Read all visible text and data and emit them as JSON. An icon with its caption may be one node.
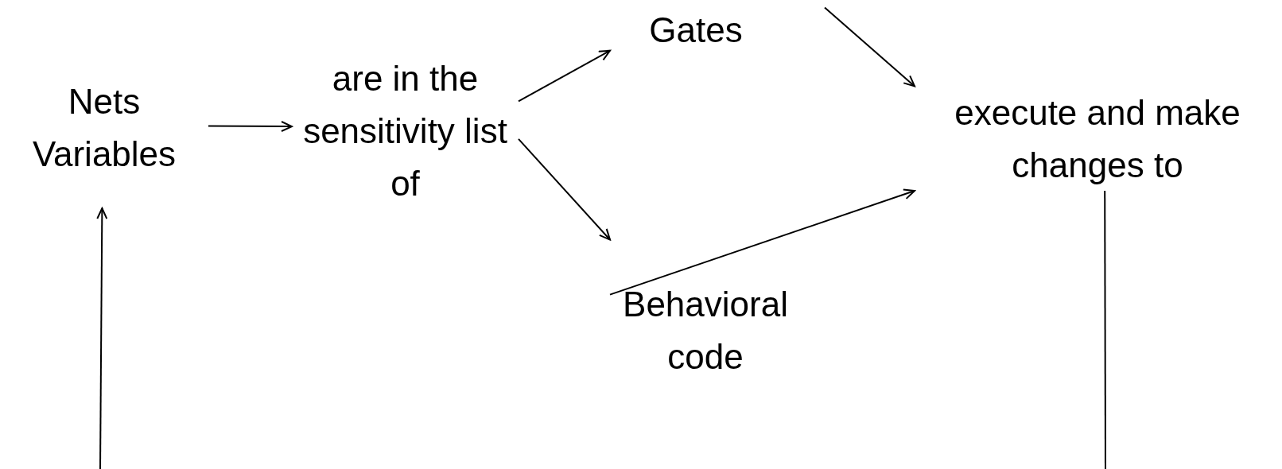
{
  "diagram": {
    "nodes": [
      {
        "text": [
          "Nets Variables"
        ]
      },
      {
        "text": [
          "are in the sensitivity list of"
        ]
      },
      {
        "text": [
          "Gates"
        ]
      },
      {
        "text": [
          "Behavioral code"
        ]
      },
      {
        "text": [
          "execute and make changes to"
        ]
      }
    ],
    "edges": [
      {
        "from": 0,
        "to": 1,
        "arrow": "to"
      },
      {
        "from": 1,
        "to": 2,
        "arrow": "to"
      },
      {
        "from": 1,
        "to": 3,
        "arrow": "to"
      },
      {
        "from": 2,
        "to": 4,
        "arrow": "to"
      },
      {
        "from": 3,
        "to": 4,
        "arrow": "to"
      },
      {
        "from": 4,
        "to": null,
        "arrow": "none"
      },
      {
        "from": null,
        "to": 0,
        "arrow": "to"
      }
    ]
  }
}
